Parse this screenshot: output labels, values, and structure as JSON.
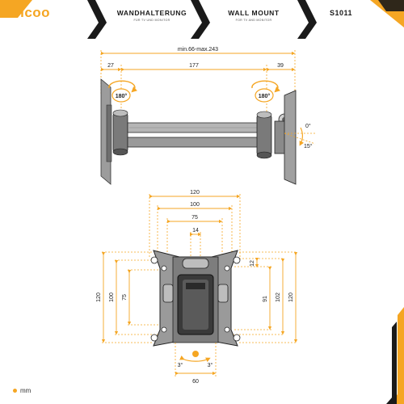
{
  "header": {
    "logo": "ricoo",
    "title_de": "WANDHALTERUNG",
    "subtitle_de": "FÜR TV UND MONITOR",
    "title_en": "WALL MOUNT",
    "subtitle_en": "FOR TV AND MONITOR",
    "model": "S1011"
  },
  "side_view": {
    "overall": "min.66-max.243",
    "left": "27",
    "middle": "177",
    "right": "39",
    "swivel_left": "180°",
    "swivel_right": "180°",
    "tilt_up": "0°",
    "tilt_down": "15°"
  },
  "front_view": {
    "top_widths": [
      "120",
      "100",
      "75",
      "14"
    ],
    "bottom_width": "60",
    "left_heights": [
      "120",
      "100",
      "75"
    ],
    "right_heights": [
      "12",
      "91",
      "102",
      "120"
    ],
    "rotate_left": "3°",
    "rotate_right": "3°"
  },
  "footer": {
    "unit": "mm"
  },
  "colors": {
    "accent": "#f5a623",
    "dark": "#1a1a1a",
    "metal": "#8a8a8a"
  }
}
